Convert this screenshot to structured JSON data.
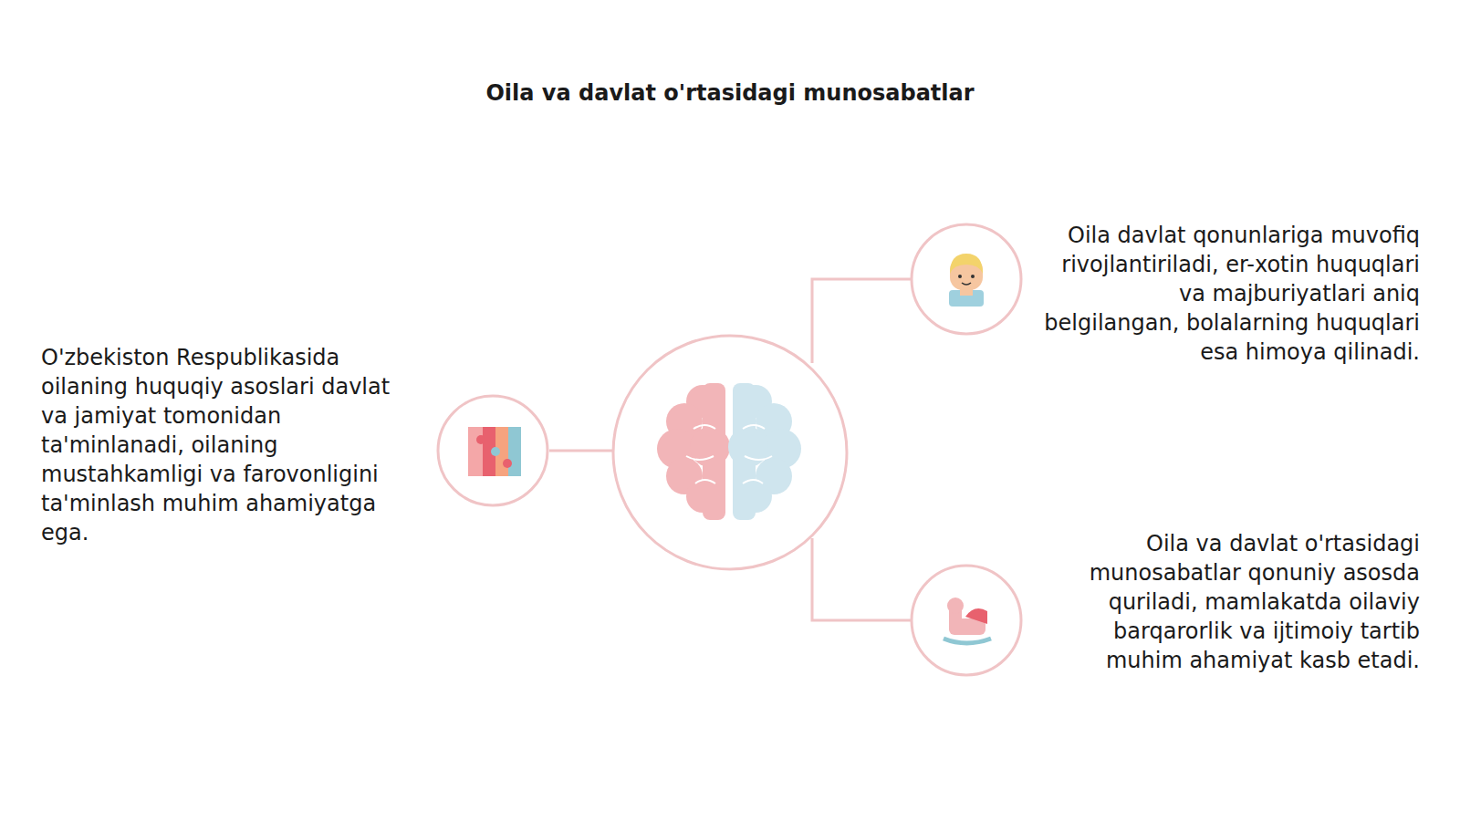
{
  "diagram": {
    "title": "Oila va davlat o'rtasidagi munosabatlar",
    "nodes": [
      {
        "text": [
          "O'zbekiston Respublikasida oilaning huquqiy asoslari davlat va jamiyat tomonidan ta'minlanadi, oilaning mustahkamligi va farovonligini ta'minlash muhim ahamiyatga ega."
        ]
      },
      {
        "text": [
          "Oila davlat qonunlariga muvofiq rivojlantiriladi, er-xotin huquqlari va majburiyatlari aniq belgilangan, bolalarning huquqlari esa himoya qilinadi."
        ]
      },
      {
        "text": [
          "Oila va davlat o'rtasidagi munosabatlar qonuniy asosda quriladi, mamlakatda oilaviy barqarorlik va ijtimoiy tartib muhim ahamiyat kasb etadi."
        ]
      }
    ]
  }
}
